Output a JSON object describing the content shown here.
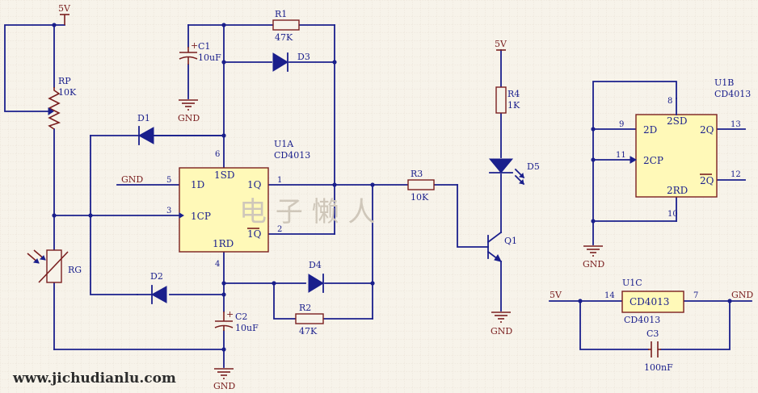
{
  "supply": {
    "vcc_top": "5V",
    "vcc_led": "5V",
    "vcc_u1c": "5V",
    "gnd_u1c": "GND"
  },
  "gnd_labels": [
    "GND",
    "GND",
    "GND",
    "GND",
    "GND"
  ],
  "gnd_input_label": "GND",
  "u1a": {
    "ref": "U1A",
    "part": "CD4013",
    "pins": {
      "sd": "1SD",
      "d": "1D",
      "q": "1Q",
      "cp": "1CP",
      "qb": "1Q",
      "rd": "1RD"
    },
    "nums": {
      "p6": "6",
      "p5": "5",
      "p1": "1",
      "p3": "3",
      "p2": "2",
      "p4": "4"
    }
  },
  "u1b": {
    "ref": "U1B",
    "part": "CD4013",
    "pins": {
      "sd": "2SD",
      "d": "2D",
      "q": "2Q",
      "cp": "2CP",
      "qb": "2Q",
      "rd": "2RD"
    },
    "nums": {
      "p8": "8",
      "p9": "9",
      "p13": "13",
      "p11": "11",
      "p12": "12",
      "p10": "10"
    }
  },
  "u1c": {
    "ref": "U1C",
    "part": "CD4013",
    "part_below": "CD4013",
    "nums": {
      "p14": "14",
      "p7": "7"
    }
  },
  "components": {
    "r1": {
      "ref": "R1",
      "value": "47K"
    },
    "r2": {
      "ref": "R2",
      "value": "47K"
    },
    "r3": {
      "ref": "R3",
      "value": "10K"
    },
    "r4": {
      "ref": "R4",
      "value": "1K"
    },
    "rp": {
      "ref": "RP",
      "value": "10K"
    },
    "rg": {
      "ref": "RG"
    },
    "c1": {
      "ref": "C1",
      "value": "10uF"
    },
    "c2": {
      "ref": "C2",
      "value": "10uF"
    },
    "c3": {
      "ref": "C3",
      "value": "100nF"
    },
    "d1": {
      "ref": "D1"
    },
    "d2": {
      "ref": "D2"
    },
    "d3": {
      "ref": "D3"
    },
    "d4": {
      "ref": "D4"
    },
    "d5": {
      "ref": "D5"
    },
    "q1": {
      "ref": "Q1"
    }
  },
  "watermark": "电 子 懒 人",
  "website": "www.jichudianlu.com",
  "colors": {
    "wire": "#1a1f8c",
    "part": "#7a1f1f",
    "chip_fill": "#fff9b8",
    "grid": "#e6ddd0",
    "background": "#f7f3ea"
  }
}
